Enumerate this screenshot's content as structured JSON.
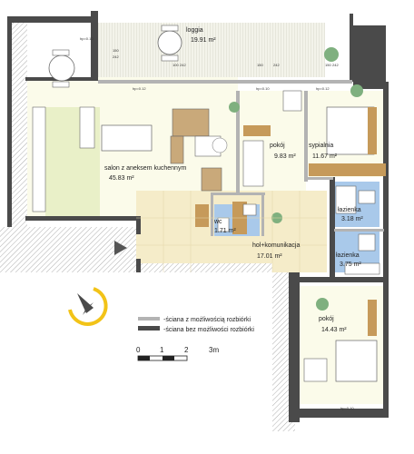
{
  "rooms": {
    "loggia": {
      "name": "loggia",
      "area": "19.91 m²"
    },
    "salon": {
      "name": "salon z aneksem kuchennym",
      "area": "45.83 m²"
    },
    "pokoj1": {
      "name": "pokój",
      "area": "9.83 m²"
    },
    "sypialnia": {
      "name": "sypialnia",
      "area": "11.67 m²"
    },
    "lazienka1": {
      "name": "łazienka",
      "area": "3.18 m²"
    },
    "lazienka2": {
      "name": "łazienka",
      "area": "3.75 m²"
    },
    "wc": {
      "name": "wc",
      "area": "1.71 m²"
    },
    "hol": {
      "name": "hol+komunikacja",
      "area": "17.01 m²"
    },
    "pokoj2": {
      "name": "pokój",
      "area": "14.43 m²"
    }
  },
  "legend": {
    "removable": "-ściana z możliwością rozbiórki",
    "non_removable": "-ściana bez możliwości rozbiórki",
    "colors": {
      "removable": "#b3b3b3",
      "non_removable": "#4a4a4a"
    }
  },
  "scale": {
    "t0": "0",
    "t1": "1",
    "t2": "2",
    "t3": "3m"
  },
  "small_labels": {
    "dim_a": "hp=0.12",
    "dim_b": "hp=0.10",
    "dim_c": "hp=0.12",
    "dim_d": "hp=0.10",
    "dim_e": "hp=0.10",
    "d1": "150",
    "d2": "242",
    "d3": "100",
    "d4": "242",
    "d5": "150",
    "d6": "242",
    "d7": "150",
    "d8": "242"
  },
  "colors": {
    "wall_dark": "#4a4a4a",
    "wall_light": "#b3b3b3",
    "floor_room": "#fbfbea",
    "floor_hall": "#f5ecc9",
    "floor_bath": "#a9c9ea",
    "kitchen": "#e9f0c8",
    "furniture_wood": "#c69a5a",
    "compass": "#f2c318"
  }
}
